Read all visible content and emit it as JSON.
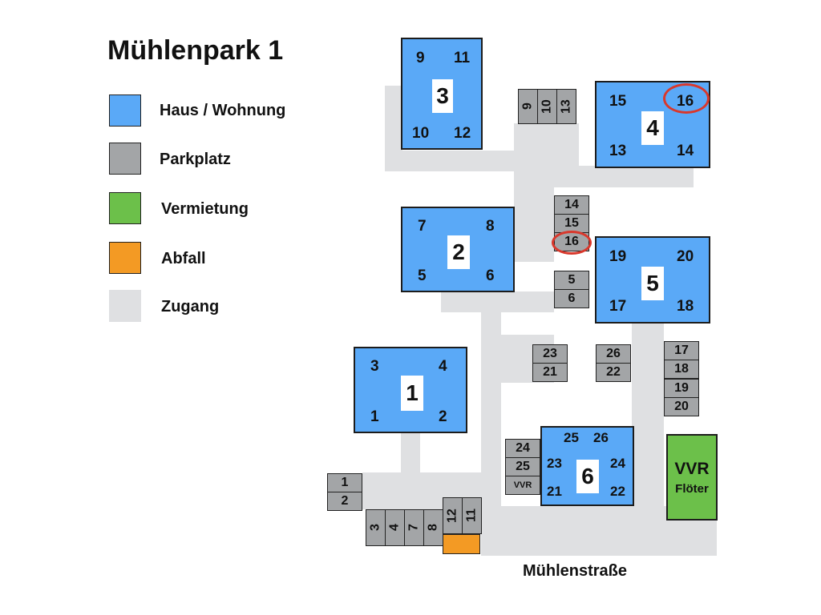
{
  "title": "Mühlenpark 1",
  "legend": [
    {
      "label": "Haus / Wohnung",
      "color": "#5aa9f7"
    },
    {
      "label": "Parkplatz",
      "color": "#a3a5a7"
    },
    {
      "label": "Vermietung",
      "color": "#6cc04a"
    },
    {
      "label": "Abfall",
      "color": "#f39a24"
    },
    {
      "label": "Zugang",
      "color": "#dfe0e2"
    }
  ],
  "street": "Mühlenstraße",
  "houses": {
    "h1": {
      "label": "1",
      "tl": "3",
      "tr": "4",
      "bl": "1",
      "br": "2"
    },
    "h2": {
      "label": "2",
      "tl": "7",
      "tr": "8",
      "bl": "5",
      "br": "6"
    },
    "h3": {
      "label": "3",
      "tl": "9",
      "tr": "11",
      "bl": "10",
      "br": "12"
    },
    "h4": {
      "label": "4",
      "tl": "15",
      "tr": "16",
      "bl": "13",
      "br": "14"
    },
    "h5": {
      "label": "5",
      "tl": "19",
      "tr": "20",
      "bl": "17",
      "br": "18"
    },
    "h6": {
      "label": "6",
      "t1": "25",
      "t2": "26",
      "ml": "23",
      "mr": "24",
      "bl": "21",
      "br": "22"
    }
  },
  "vvr": {
    "title": "VVR",
    "sub": "Flöter"
  },
  "parking": {
    "top": [
      "9",
      "10",
      "13"
    ],
    "center": [
      "14",
      "15",
      "16"
    ],
    "center2": [
      "5",
      "6"
    ],
    "p23": [
      "23",
      "21"
    ],
    "p26": [
      "26",
      "22"
    ],
    "right": [
      "17",
      "18",
      "19",
      "20"
    ],
    "left6": [
      "24",
      "25",
      "VVR"
    ],
    "p1": [
      "1",
      "2"
    ],
    "bottom": [
      "3",
      "4",
      "7",
      "8"
    ],
    "bottom2": [
      "12",
      "11"
    ]
  },
  "highlights": [
    "Haus 4 Wohnung 16",
    "Parkplatz 16"
  ]
}
